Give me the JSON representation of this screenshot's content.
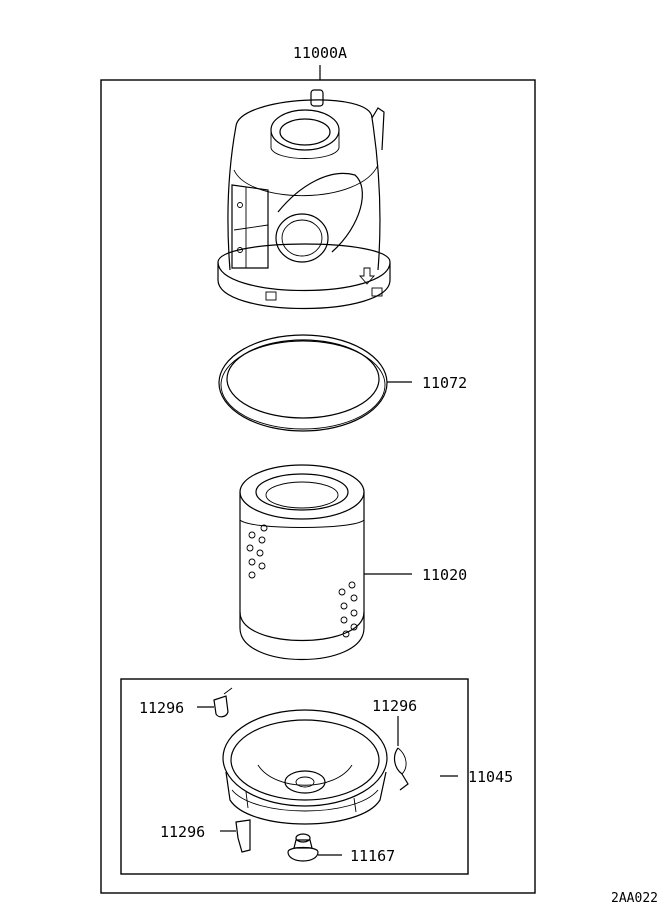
{
  "labels": {
    "assembly": "11000A",
    "gasket": "11072",
    "element": "11020",
    "cover": "11045",
    "clip_top_left": "11296",
    "clip_top_right": "11296",
    "clip_bottom_left": "11296",
    "valve": "11167",
    "diagram_code": "2AA022"
  }
}
